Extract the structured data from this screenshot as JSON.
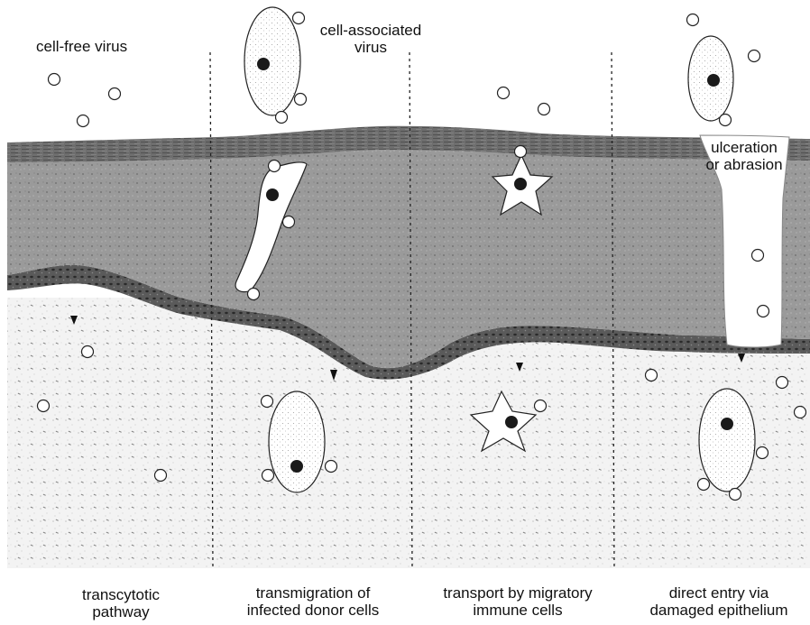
{
  "labels": {
    "cell_free": "cell-free virus",
    "cell_associated": "cell-associated\nvirus",
    "ulceration": "ulceration\nor abrasion"
  },
  "pathways": [
    {
      "label": "transcytotic\npathway"
    },
    {
      "label": "transmigration of\ninfected donor cells"
    },
    {
      "label": "transport by migratory\nimmune cells"
    },
    {
      "label": "direct entry via\ndamaged epithelium"
    }
  ],
  "colors": {
    "epithelium": "#8a8a8a",
    "basal_layer": "#3f3f3f",
    "dermis": "#efefef",
    "nucleus": "#1a1a1a",
    "cell_fill": "#f2f2f2"
  }
}
